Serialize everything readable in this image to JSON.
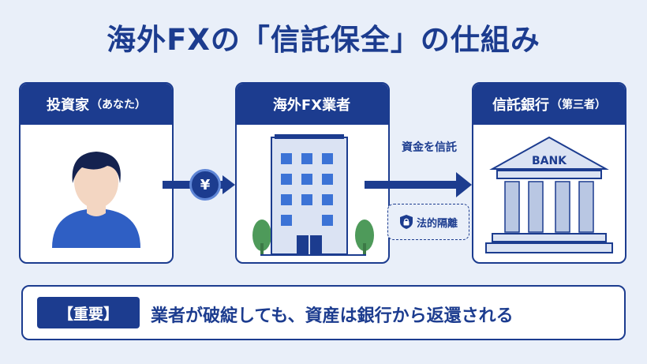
{
  "title": "海外FXの「信託保全」の仕組み",
  "cards": {
    "investor": {
      "label": "投資家",
      "sub": "（あなた）"
    },
    "broker": {
      "label": "海外FX業者",
      "sub": ""
    },
    "bank": {
      "label": "信託銀行",
      "sub": "（第三者）"
    }
  },
  "coin_symbol": "¥",
  "flow_label": "資金を信託",
  "legal_label": "法的隔離",
  "bank_sign": "BANK",
  "note": {
    "badge": "【重要】",
    "text": "業者が破綻しても、資産は銀行から返還される"
  },
  "colors": {
    "navy": "#1c3c8f",
    "building": "#dbe3f3",
    "window": "#3c73d6",
    "tree": "#4e9a5a",
    "skin": "#f3d6c2"
  }
}
